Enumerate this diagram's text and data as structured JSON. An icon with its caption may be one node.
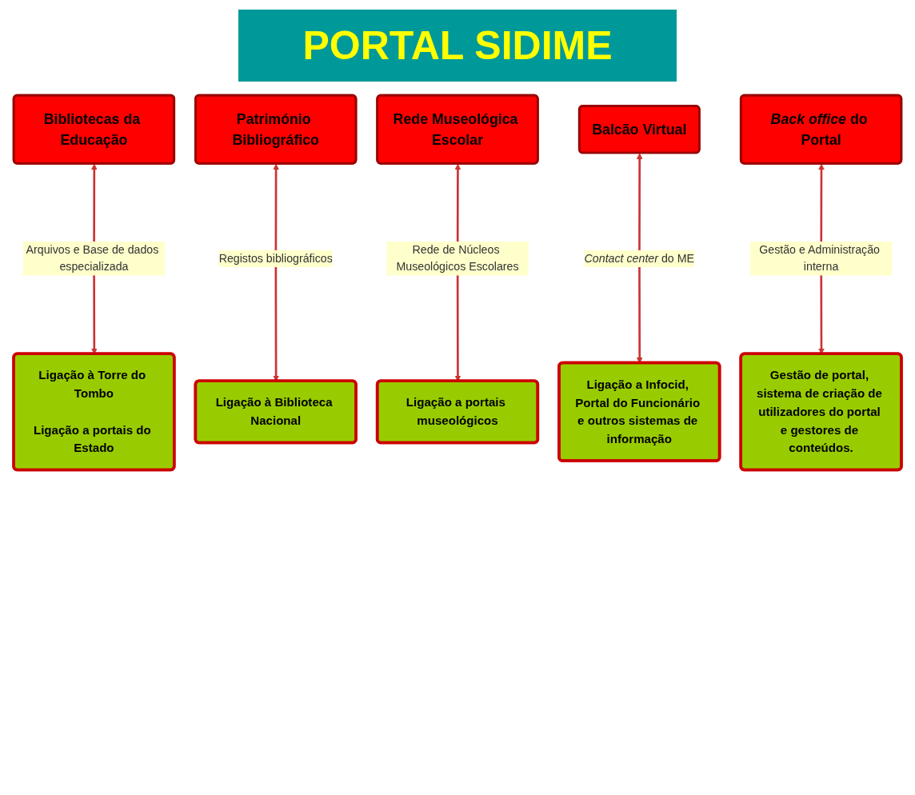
{
  "diagram": {
    "title": "PORTAL SIDIME",
    "nodes": [
      {
        "text": [
          "Bibliotecas da Educação"
        ]
      },
      {
        "text": [
          "Património Bibliográfico"
        ]
      },
      {
        "text": [
          "Rede Museológica Escolar"
        ]
      },
      {
        "text": [
          "Balcão Virtual"
        ]
      },
      {
        "text": [
          "*Back office* do Portal"
        ]
      },
      {
        "text": [
          "Ligação à Torre do Tombo",
          "Ligação a portais do Estado"
        ]
      },
      {
        "text": [
          "Ligação à Biblioteca Nacional"
        ]
      },
      {
        "text": [
          "Ligação a portais museológicos"
        ]
      },
      {
        "text": [
          "Ligação a Infocid, Portal do Funcionário e outros sistemas de informação"
        ]
      },
      {
        "text": [
          "Gestão de portal, sistema de criação de utilizadores do portal e gestores de conteúdos."
        ]
      }
    ],
    "edges": [
      {
        "from": 0,
        "to": 5,
        "arrow": "both",
        "label": "Arquivos e Base de dados especializada"
      },
      {
        "from": 1,
        "to": 6,
        "arrow": "both",
        "label": "Registos bibliográficos"
      },
      {
        "from": 2,
        "to": 7,
        "arrow": "both",
        "label": "Rede de Núcleos Museológicos Escolares"
      },
      {
        "from": 3,
        "to": 8,
        "arrow": "both",
        "label": "*Contact center* do ME"
      },
      {
        "from": 4,
        "to": 9,
        "arrow": "both",
        "label": "Gestão e Administração interna"
      }
    ]
  }
}
